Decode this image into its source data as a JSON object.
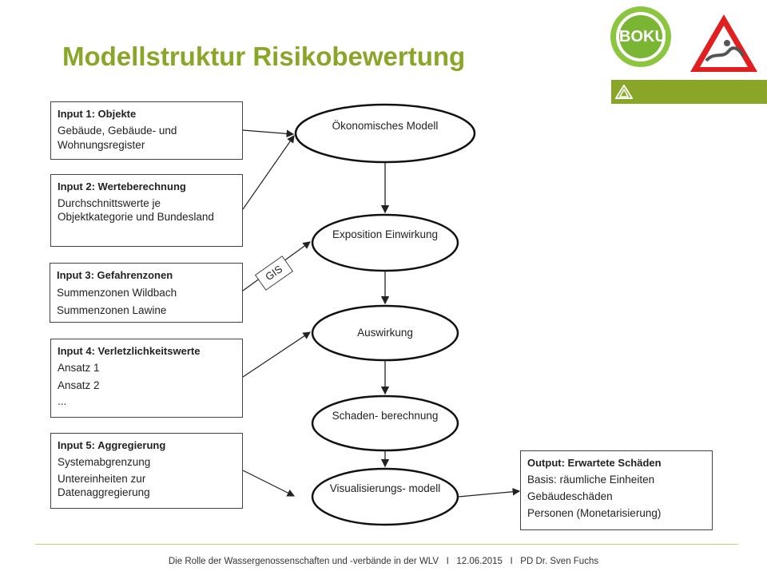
{
  "title": "Modellstruktur Risikobewertung",
  "logo": {
    "text": "BOKU"
  },
  "inputs": [
    {
      "heading": "Input 1: Objekte",
      "lines": [
        "Gebäude, Gebäude- und Wohnungsregister"
      ]
    },
    {
      "heading": "Input 2: Werteberechnung",
      "lines": [
        "Durchschnittswerte je Objektkategorie und Bundesland"
      ]
    },
    {
      "heading": "Input 3: Gefahrenzonen",
      "lines": [
        "Summenzonen Wildbach",
        "Summenzonen Lawine"
      ]
    },
    {
      "heading": "Input 4: Verletzlichkeitswerte",
      "lines": [
        "Ansatz 1",
        "Ansatz 2",
        "..."
      ]
    },
    {
      "heading": "Input 5: Aggregierung",
      "lines": [
        "Systemabgrenzung",
        "Untereinheiten zur Datenaggregierung"
      ]
    }
  ],
  "models": [
    {
      "l1": "Ökonomisches",
      "l2": "Modell"
    },
    {
      "l1": "Exposition",
      "l2": "Einwirkung"
    },
    {
      "l1": "Auswirkung",
      "l2": ""
    },
    {
      "l1": "Schaden-",
      "l2": "berechnung"
    },
    {
      "l1": "Visualisierungs-",
      "l2": "modell"
    }
  ],
  "gis_label": "GIS",
  "output": {
    "heading": "Output: Erwartete Schäden",
    "lines": [
      "Basis: räumliche Einheiten",
      "Gebäudeschäden",
      "Personen (Monetarisierung)"
    ]
  },
  "footer": "Die Rolle der Wassergenossenschaften und -verbände in der WLV   I   12.06.2015   I   PD Dr. Sven Fuchs",
  "colors": {
    "title": "#8aa628",
    "accent": "#8cc63f",
    "warning_red": "#e02020"
  }
}
